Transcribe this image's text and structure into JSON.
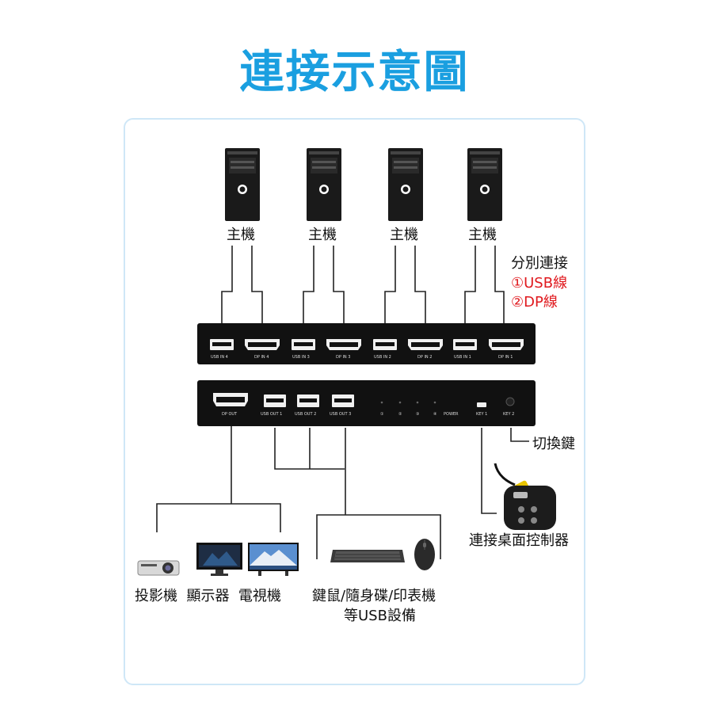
{
  "title": "連接示意圖",
  "hosts": [
    {
      "label": "主機"
    },
    {
      "label": "主機"
    },
    {
      "label": "主機"
    },
    {
      "label": "主機"
    }
  ],
  "connect_note": {
    "line1": "分別連接",
    "line2": "①USB線",
    "line3": "②DP線"
  },
  "kvm_top_ports": [
    "USB IN 4",
    "DP IN 4",
    "USB IN 3",
    "DP IN 3",
    "USB IN 2",
    "DP IN 2",
    "USB IN 1",
    "DP IN 1"
  ],
  "kvm_bottom_ports": [
    "DP OUT",
    "USB OUT 1",
    "USB OUT 2",
    "USB OUT 3",
    "①",
    "②",
    "③",
    "④",
    "POWER",
    "KEY 1",
    "KEY 2"
  ],
  "switch_key_label": "切換鍵",
  "desktop_controller_label": "連接桌面控制器",
  "display_devices_label": "投影機  顯示器  電視機",
  "usb_devices": {
    "line1": "鍵鼠/隨身碟/印表機",
    "line2": "等USB設備"
  },
  "colors": {
    "title": "#1a9fe0",
    "accent_red": "#e0191e",
    "frame": "#cfe7f7"
  }
}
